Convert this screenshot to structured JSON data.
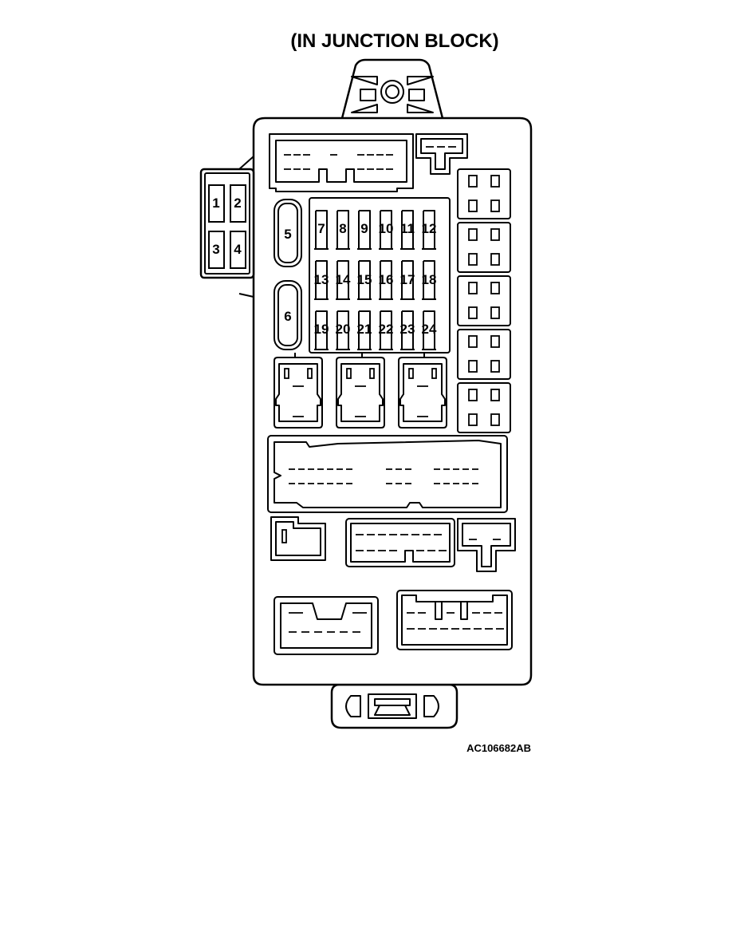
{
  "header": {
    "title": "(IN JUNCTION BLOCK)"
  },
  "footer": {
    "reference_code": "AC106682AB"
  },
  "fuses": {
    "side_block": [
      "1",
      "2",
      "3",
      "4"
    ],
    "large": [
      "5",
      "6"
    ],
    "grid": [
      [
        "7",
        "8",
        "9",
        "10",
        "11",
        "12"
      ],
      [
        "13",
        "14",
        "15",
        "16",
        "17",
        "18"
      ],
      [
        "19",
        "20",
        "21",
        "22",
        "23",
        "24"
      ]
    ]
  },
  "colors": {
    "line": "#000000",
    "background": "#ffffff"
  }
}
